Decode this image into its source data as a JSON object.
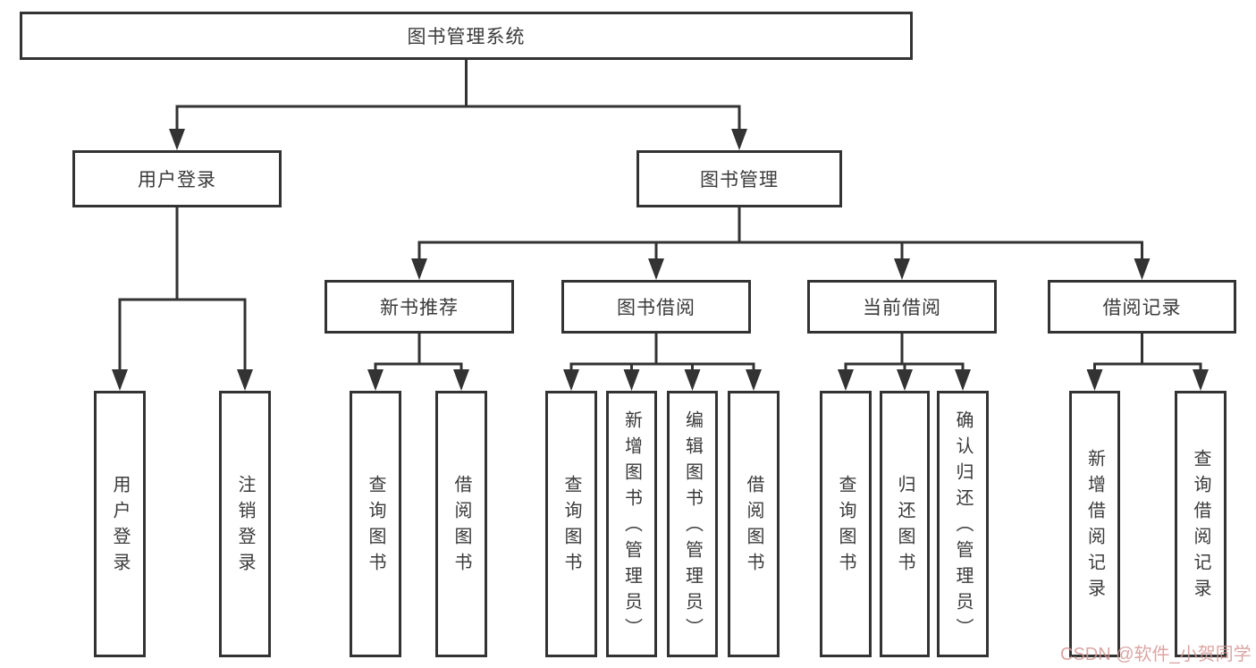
{
  "tree": {
    "label": "图书管理系统",
    "children": [
      {
        "label": "用户登录",
        "children": [
          {
            "label": "用户登录"
          },
          {
            "label": "注销登录"
          }
        ]
      },
      {
        "label": "图书管理",
        "children": [
          {
            "label": "新书推荐",
            "children": [
              {
                "label": "查询图书"
              },
              {
                "label": "借阅图书"
              }
            ]
          },
          {
            "label": "图书借阅",
            "children": [
              {
                "label": "查询图书"
              },
              {
                "label": "新增图书（管理员）"
              },
              {
                "label": "编辑图书（管理员）"
              },
              {
                "label": "借阅图书"
              }
            ]
          },
          {
            "label": "当前借阅",
            "children": [
              {
                "label": "查询图书"
              },
              {
                "label": "归还图书"
              },
              {
                "label": "确认归还（管理员）"
              }
            ]
          },
          {
            "label": "借阅记录",
            "children": [
              {
                "label": "新增借阅记录"
              },
              {
                "label": "查询借阅记录"
              }
            ]
          }
        ]
      }
    ]
  },
  "watermark": {
    "text": "CSDN @软件_小贺同学"
  },
  "colors": {
    "line": "#333333",
    "text": "#3a3a3a",
    "box_bg": "#ffffff",
    "watermark": "#d49694"
  }
}
